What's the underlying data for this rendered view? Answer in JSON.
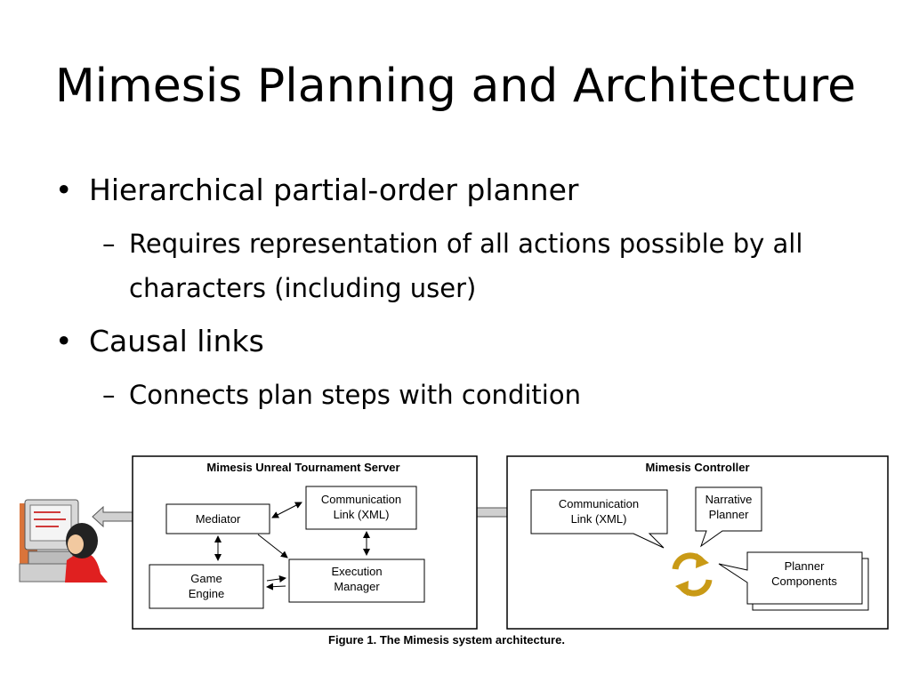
{
  "slide": {
    "title": "Mimesis Planning and Architecture",
    "bullets": [
      {
        "text": "Hierarchical partial-order planner",
        "sub": [
          "Requires representation of all actions possible by all characters (including user)"
        ]
      },
      {
        "text": "Causal links",
        "sub": [
          "Connects plan steps with condition"
        ]
      }
    ]
  },
  "diagram": {
    "server_title": "Mimesis Unreal Tournament Server",
    "controller_title": "Mimesis Controller",
    "mediator": "Mediator",
    "comm_link_server": [
      "Communication",
      "Link (XML)"
    ],
    "game_engine": [
      "Game",
      "Engine"
    ],
    "execution_manager": [
      "Execution",
      "Manager"
    ],
    "comm_link_controller": [
      "Communication",
      "Link (XML)"
    ],
    "narrative_planner": [
      "Narrative",
      "Planner"
    ],
    "planner_components": [
      "Planner",
      "Components"
    ],
    "caption": "Figure 1. The Mimesis system architecture."
  }
}
